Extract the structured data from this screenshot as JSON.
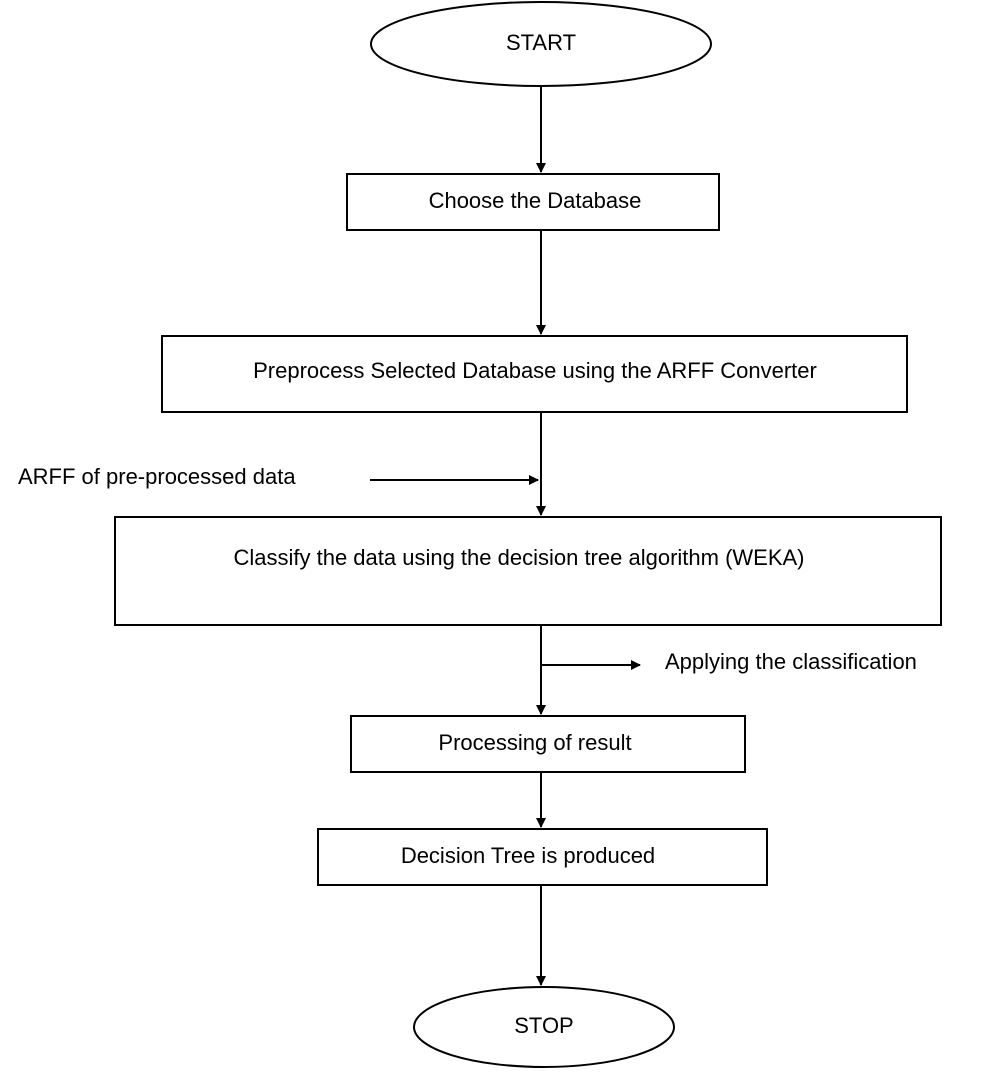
{
  "flowchart": {
    "nodes": {
      "start": {
        "shape": "ellipse",
        "label": "START"
      },
      "choose": {
        "shape": "rectangle",
        "label": "Choose the Database"
      },
      "preprocess": {
        "shape": "rectangle",
        "label": "Preprocess Selected Database using the ARFF Converter"
      },
      "classify": {
        "shape": "rectangle",
        "label": "Classify the data using the decision tree algorithm (WEKA)"
      },
      "process_result": {
        "shape": "rectangle",
        "label": "Processing of result"
      },
      "decision_tree": {
        "shape": "rectangle",
        "label": "Decision Tree is produced"
      },
      "stop": {
        "shape": "ellipse",
        "label": "STOP"
      }
    },
    "side_labels": {
      "arff_input": "ARFF of pre-processed data",
      "apply_classification": "Applying the classification"
    },
    "edges": [
      {
        "from": "start",
        "to": "choose"
      },
      {
        "from": "choose",
        "to": "preprocess"
      },
      {
        "from": "preprocess",
        "to": "classify"
      },
      {
        "from": "classify",
        "to": "process_result"
      },
      {
        "from": "process_result",
        "to": "decision_tree"
      },
      {
        "from": "decision_tree",
        "to": "stop"
      },
      {
        "from": "arff_input",
        "to": "preprocess-classify-connector"
      },
      {
        "from": "classify-process-connector",
        "to": "apply_classification"
      }
    ],
    "colors": {
      "stroke": "#000000",
      "fill": "#ffffff",
      "text": "#000000"
    }
  }
}
